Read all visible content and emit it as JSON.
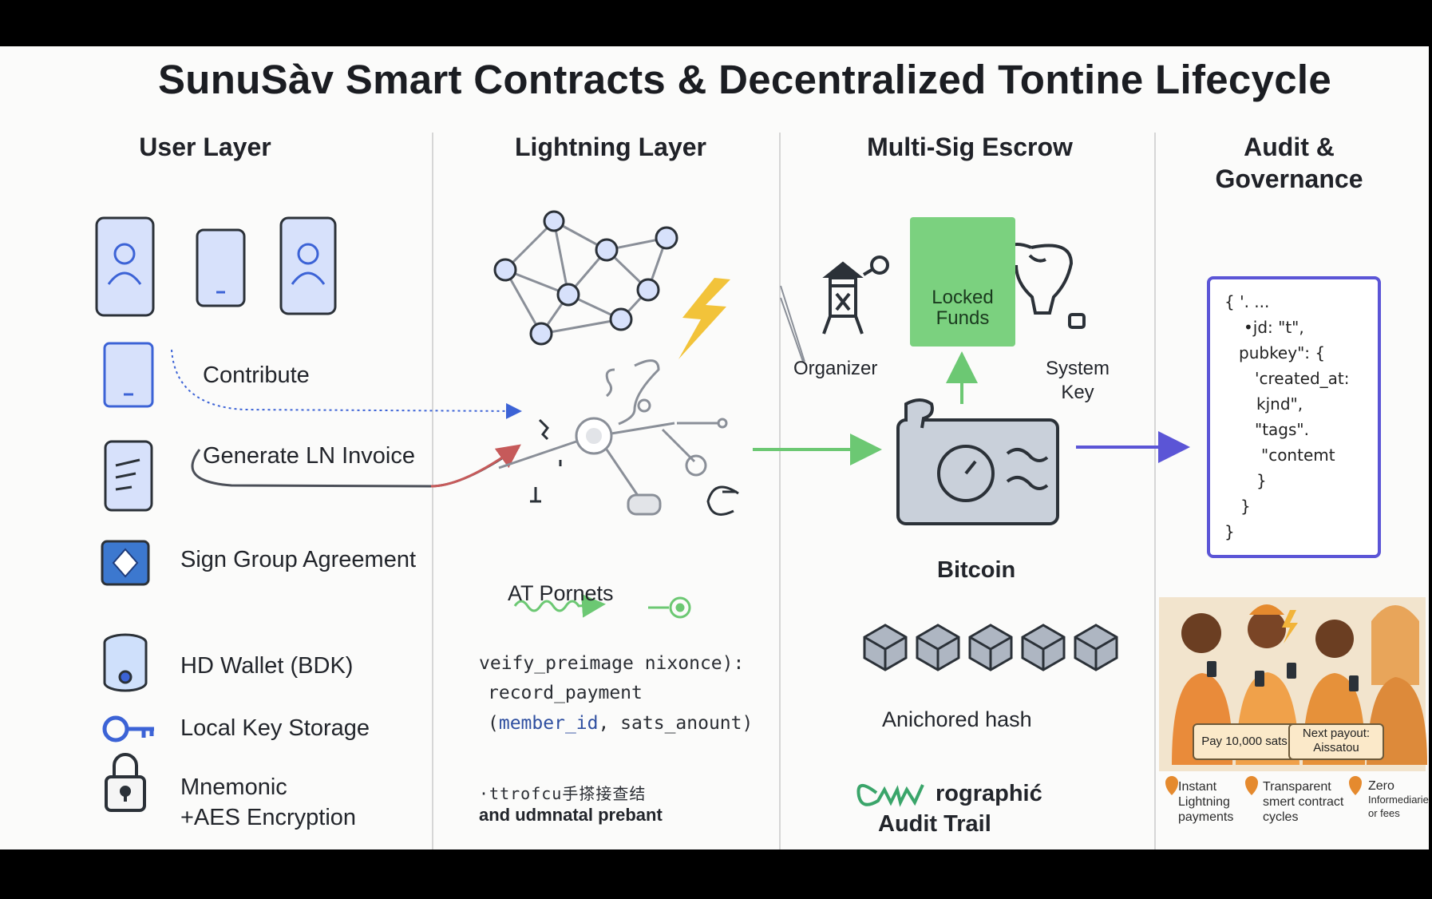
{
  "title": "SunuSàv Smart Contracts & Decentralized Tontine Lifecycle",
  "columns": {
    "user": "User Layer",
    "lightning": "Lightning Layer",
    "escrow": "Multi-Sig Escrow",
    "audit_line1": "Audit &",
    "audit_line2": "Governance"
  },
  "user_layer": {
    "contribute": "Contribute",
    "invoice": "Generate LN Invoice",
    "sign": "Sign Group Agreement",
    "wallet": "HD Wallet (BDK)",
    "key_storage": "Local Key Storage",
    "mnemonic_line1": "Mnemonic",
    "mnemonic_line2": "+AES Encryption"
  },
  "lightning_layer": {
    "network_label": "AT Pornets",
    "code_line1": "veify_preimage nixonce):",
    "code_line2": "record_payment",
    "code_line3_open": "(",
    "code_line3_member": "member_id",
    "code_line3_rest": ", sats_anount)",
    "garbled_line": "·ttrofcu手搽接查结",
    "bottom_line": "and udmnatal prebant"
  },
  "escrow_layer": {
    "organizer": "Organizer",
    "locked_line1": "Locked",
    "locked_line2": "Funds",
    "system_line1": "System",
    "system_line2": "Key",
    "bitcoin": "Bitcoin",
    "anchored": "Anichored hash",
    "crypto_suffix": "rographić",
    "audit_trail": "Audit Trail"
  },
  "audit_layer": {
    "json_lines": [
      "{ '. ...",
      "•jd: \"t\",",
      "pubkey\": {",
      "'created_at:",
      "kjnd\",",
      "\"tags\".",
      "\"contemt",
      "}",
      "}",
      "}"
    ],
    "badge_pay": "Pay 10,000 sats",
    "badge_next_line1": "Next payout:",
    "badge_next_line2": "Aissatou",
    "feat1": [
      "Instant",
      "Lightning",
      "payments"
    ],
    "feat2": [
      "Transparent",
      "smert contract",
      "cycles"
    ],
    "feat3": [
      "Zero",
      "Informediarie",
      "or fees"
    ]
  },
  "colors": {
    "phone_fill": "#d7e1fb",
    "phone_stroke": "#2b3138",
    "accent_blue": "#3c63d6",
    "green": "#6cc873",
    "purple": "#5b55d6",
    "red_arrow": "#c65a5a",
    "lightning_bolt": "#f2c33a"
  }
}
